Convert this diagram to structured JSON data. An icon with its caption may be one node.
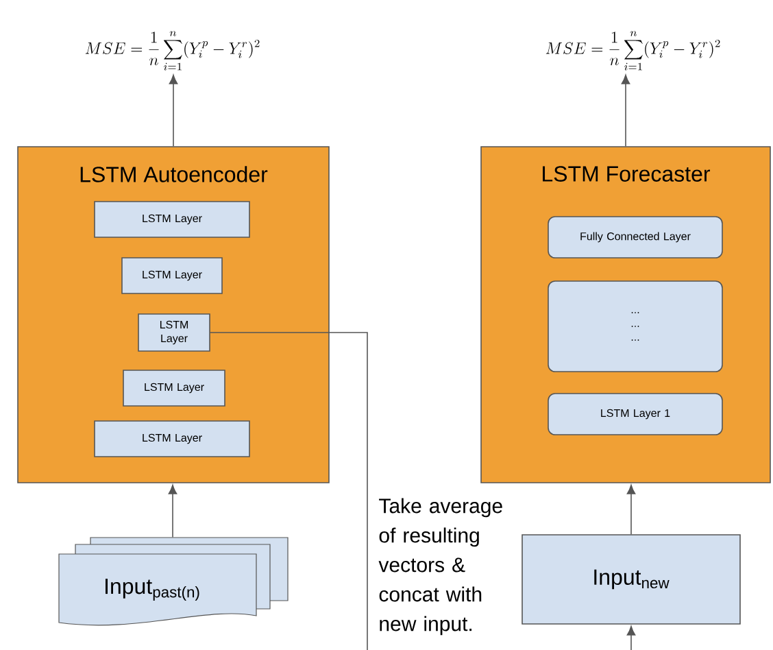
{
  "diagram": {
    "nodes": [
      {
        "text": [
          "MSE = \\frac{1}{n}\\sum_{i=1}^{n}(Y_i^p - Y_i^r)^2"
        ]
      },
      {
        "text": [
          "MSE = \\frac{1}{n}\\sum_{i=1}^{n}(Y_i^p - Y_i^r)^2"
        ]
      },
      {
        "text": [
          "LSTM Autoencoder"
        ]
      },
      {
        "text": [
          "LSTM Layer"
        ],
        "in": 2
      },
      {
        "text": [
          "LSTM Layer"
        ],
        "in": 2
      },
      {
        "text": [
          "LSTM Layer"
        ],
        "in": 2
      },
      {
        "text": [
          "LSTM Layer"
        ],
        "in": 2
      },
      {
        "text": [
          "LSTM Layer"
        ],
        "in": 2
      },
      {
        "text": [
          "Input$_{past(n)}$"
        ]
      },
      {
        "text": [
          "LSTM Forecaster"
        ]
      },
      {
        "text": [
          "Fully Connected Layer"
        ],
        "in": 9
      },
      {
        "text": [
          "... ... ..."
        ],
        "in": 9
      },
      {
        "text": [
          "LSTM Layer 1"
        ],
        "in": 9
      },
      {
        "text": [
          "Input$_{new}$"
        ]
      }
    ],
    "edges": [
      {
        "from": 2,
        "to": 0,
        "arrow": "to"
      },
      {
        "from": 9,
        "to": 1,
        "arrow": "to"
      },
      {
        "from": 8,
        "to": 2,
        "arrow": "to"
      },
      {
        "from": 13,
        "to": 9,
        "arrow": "to"
      },
      {
        "from": 5,
        "to": null,
        "arrow": "none"
      },
      {
        "from": null,
        "to": 13,
        "arrow": "to"
      }
    ],
    "labels": [
      "Take average of resulting vectors & concat with new input."
    ]
  }
}
